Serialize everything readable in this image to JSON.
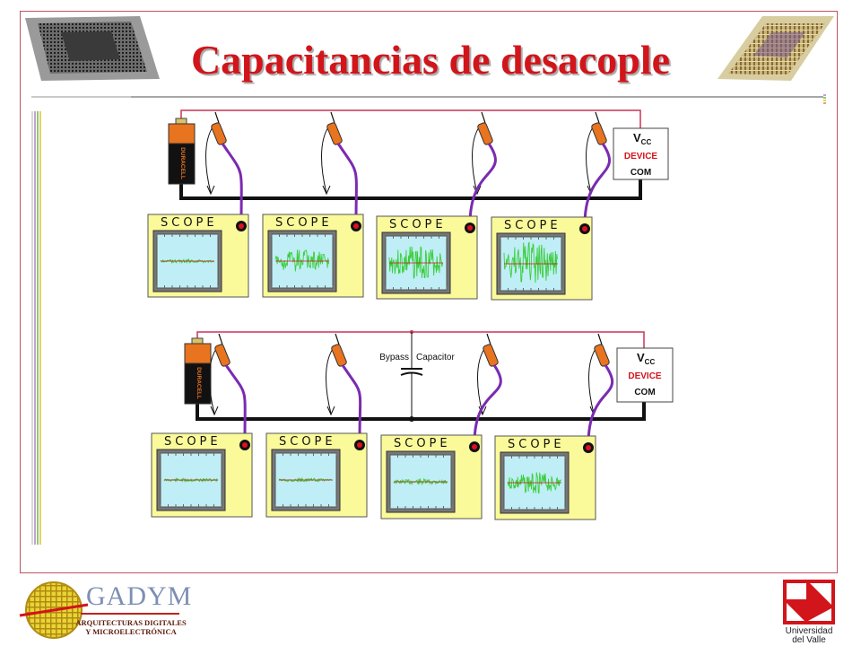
{
  "slide": {
    "title": "Capacitancias de desacople"
  },
  "colors": {
    "title": "#d2141b",
    "wire": "#cc3355",
    "probe_cable": "#7a2bb0",
    "noise": "#3ccd3c",
    "screen": "#bfeef6",
    "scope_body": "#fafa9a"
  },
  "circuits": [
    {
      "scope_label": "SCOPE",
      "battery_brand": "DURACELL",
      "device": {
        "vcc": "V",
        "vcc_sub": "CC",
        "name": "DEVICE",
        "com": "COM"
      },
      "bypass": null,
      "noise_levels": [
        0.08,
        0.5,
        0.75,
        0.95
      ]
    },
    {
      "scope_label": "SCOPE",
      "battery_brand": "DURACELL",
      "device": {
        "vcc": "V",
        "vcc_sub": "CC",
        "name": "DEVICE",
        "com": "COM"
      },
      "bypass": {
        "label_left": "Bypass",
        "label_right": "Capacitor"
      },
      "noise_levels": [
        0.08,
        0.08,
        0.12,
        0.45
      ]
    }
  ],
  "footer": {
    "logo_name": "GADYM",
    "logo_line1": "ARQUITECTURAS DIGITALES",
    "logo_line2": "Y MICROELECTRÓNICA",
    "univ_line1": "Universidad",
    "univ_line2": "del Valle"
  }
}
